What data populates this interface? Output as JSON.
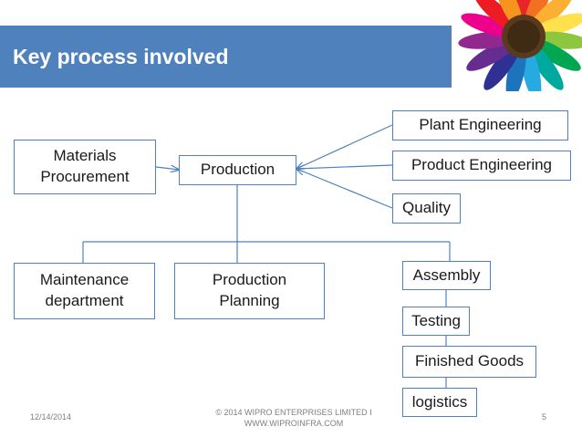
{
  "slide": {
    "title": "Key process involved",
    "footer_date": "12/14/2014",
    "footer_copyright_line1": "© 2014 WIPRO ENTERPRISES LIMITED I",
    "footer_copyright_line2": "WWW.WIPROINFRA.COM",
    "page_number": "5"
  },
  "diagram": {
    "materials_procurement_line1": "Materials",
    "materials_procurement_line2": "Procurement",
    "production": "Production",
    "plant_engineering": "Plant Engineering",
    "product_engineering": "Product Engineering",
    "quality": "Quality",
    "maintenance_line1": "Maintenance",
    "maintenance_line2": "department",
    "production_planning_line1": "Production",
    "production_planning_line2": "Planning",
    "assembly": "Assembly",
    "testing": "Testing",
    "finished_goods": "Finished Goods",
    "logistics": "logistics"
  },
  "colors": {
    "accent": "#4f81bd",
    "title_text": "#ffffff"
  }
}
